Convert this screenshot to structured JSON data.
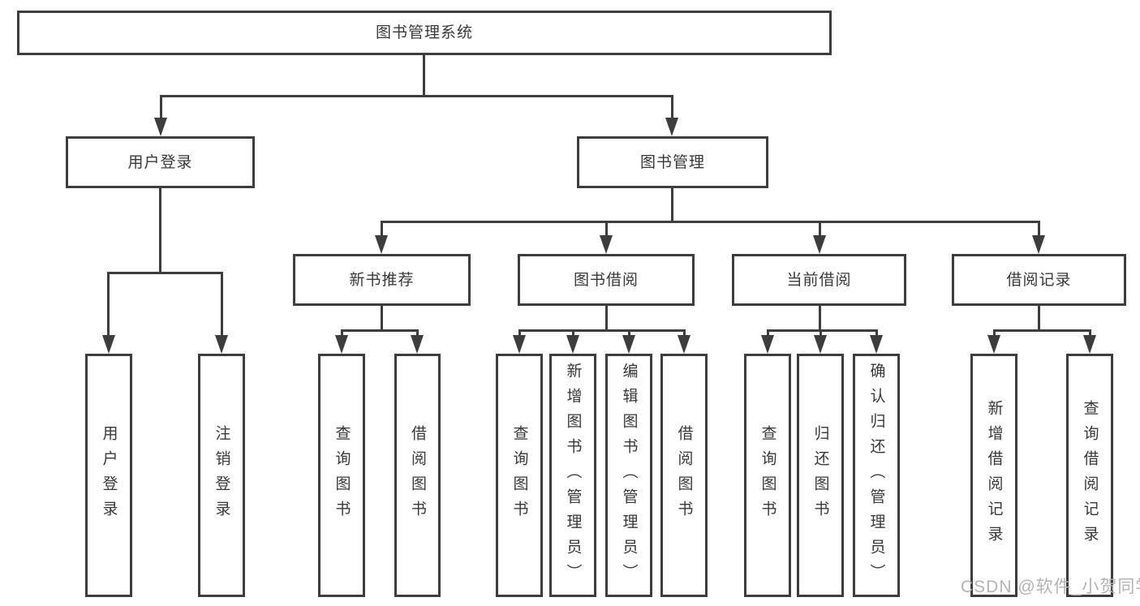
{
  "diagram": {
    "root": {
      "label": "图书管理系统"
    },
    "branches": [
      {
        "label": "用户登录",
        "children": [
          {
            "label": "用户登录"
          },
          {
            "label": "注销登录"
          }
        ]
      },
      {
        "label": "图书管理",
        "children": [
          {
            "label": "新书推荐",
            "children": [
              {
                "label": "查询图书"
              },
              {
                "label": "借阅图书"
              }
            ]
          },
          {
            "label": "图书借阅",
            "children": [
              {
                "label": "查询图书"
              },
              {
                "label": "新增图书（管理员）"
              },
              {
                "label": "编辑图书（管理员）"
              },
              {
                "label": "借阅图书"
              }
            ]
          },
          {
            "label": "当前借阅",
            "children": [
              {
                "label": "查询图书"
              },
              {
                "label": "归还图书"
              },
              {
                "label": "确认归还（管理员）"
              }
            ]
          },
          {
            "label": "借阅记录",
            "children": [
              {
                "label": "新增借阅记录"
              },
              {
                "label": "查询借阅记录"
              }
            ]
          }
        ]
      }
    ]
  },
  "watermark": {
    "text": "CSDN @软件_小贺同学"
  },
  "colors": {
    "line": "#3d3d3d",
    "text": "#383838",
    "watermark": "#b3b3b3",
    "background": "#ffffff"
  }
}
